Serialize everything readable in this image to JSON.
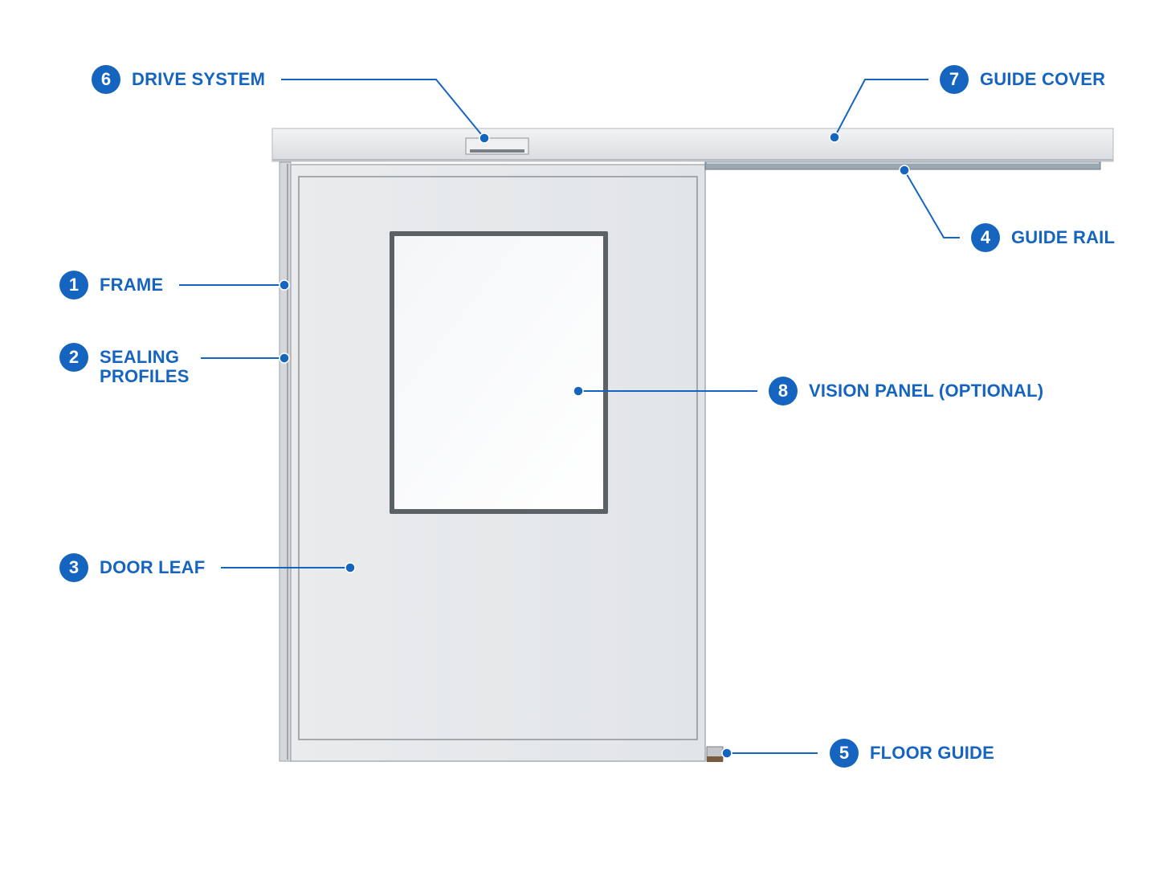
{
  "colors": {
    "accent": "#1565c0",
    "panel": "#e6e8ea",
    "frame": "#d7dadd",
    "glass": "#fafbfc"
  },
  "callouts": [
    {
      "id": "frame",
      "number": "1",
      "lines": [
        "FRAME"
      ]
    },
    {
      "id": "sealing-profiles",
      "number": "2",
      "lines": [
        "SEALING",
        "PROFILES"
      ]
    },
    {
      "id": "door-leaf",
      "number": "3",
      "lines": [
        "DOOR LEAF"
      ]
    },
    {
      "id": "guide-rail",
      "number": "4",
      "lines": [
        "GUIDE RAIL"
      ]
    },
    {
      "id": "floor-guide",
      "number": "5",
      "lines": [
        "FLOOR GUIDE"
      ]
    },
    {
      "id": "drive-system",
      "number": "6",
      "lines": [
        "DRIVE SYSTEM"
      ]
    },
    {
      "id": "guide-cover",
      "number": "7",
      "lines": [
        "GUIDE COVER"
      ]
    },
    {
      "id": "vision-panel",
      "number": "8",
      "lines": [
        "VISION PANEL (OPTIONAL)"
      ]
    }
  ]
}
